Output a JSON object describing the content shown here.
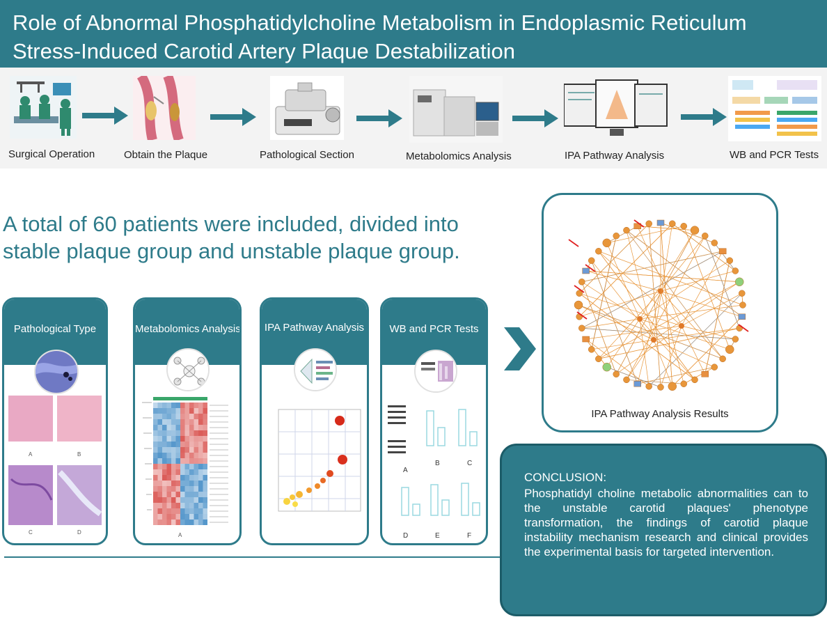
{
  "title": {
    "line1": "Role of Abnormal Phosphatidylcholine Metabolism in Endoplasmic Reticulum",
    "line2": "Stress-Induced Carotid Artery Plaque Destabilization"
  },
  "workflow": {
    "steps": [
      {
        "label": "Surgical Operation",
        "icon": "surgery-image"
      },
      {
        "label": "Obtain the Plaque",
        "icon": "artery-plaque-image"
      },
      {
        "label": "Pathological Section",
        "icon": "microtome-image"
      },
      {
        "label": "Metabolomics Analysis",
        "icon": "mass-spectrometer-image"
      },
      {
        "label": "IPA Pathway Analysis",
        "icon": "computer-screens-image"
      },
      {
        "label": "WB and PCR Tests",
        "icon": "lab-assay-image"
      }
    ]
  },
  "headline": {
    "line1": "A total of 60 patients were included, divided into",
    "line2": "stable plaque group and unstable plaque group."
  },
  "panels": [
    {
      "title": "Pathological Type",
      "icon": "histology-circle-image",
      "labels": [
        "A",
        "B",
        "C",
        "D"
      ]
    },
    {
      "title": "Metabolomics Analysis",
      "icon": "metabolomics-circle-image",
      "labels": [
        "A"
      ]
    },
    {
      "title": "IPA Pathway Analysis",
      "icon": "pathway-circle-image",
      "labels": []
    },
    {
      "title": "WB and PCR Tests",
      "icon": "western-blot-circle-image",
      "labels": [
        "A",
        "B",
        "C",
        "D",
        "E",
        "F"
      ]
    }
  ],
  "ipa_result": {
    "caption": "IPA Pathway Analysis Results"
  },
  "conclusion": {
    "heading": "CONCLUSION:",
    "body": "Phosphatidyl choline metabolic abnormalities can to the unstable carotid plaques' phenotype transformation, the findings of carotid plaque instability mechanism research and clinical provides the experimental basis for targeted intervention."
  },
  "colors": {
    "teal": "#2e7b8a",
    "network_orange": "#e8963a",
    "heatmap_red": "#d9534f",
    "heatmap_blue": "#4a90c8"
  }
}
